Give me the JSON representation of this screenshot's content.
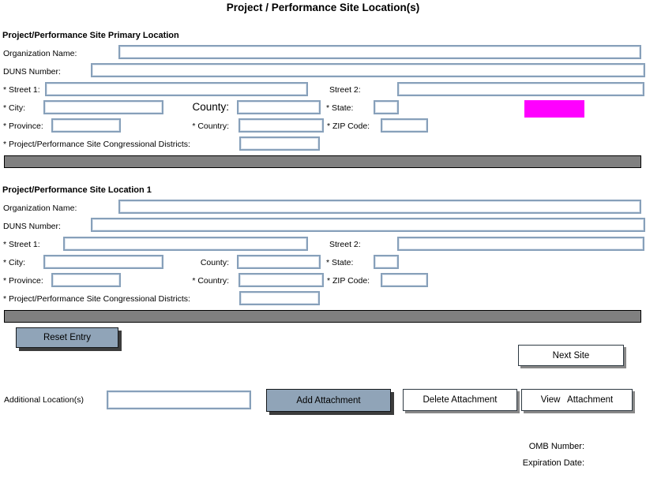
{
  "page_title": "Project / Performance Site Location(s)",
  "sections": [
    {
      "header": "Project/Performance Site Primary Location",
      "fields": {
        "organization_name": "Organization Name:",
        "duns_number": "DUNS Number:",
        "street1": "* Street 1:",
        "street2": "Street 2:",
        "city": "* City:",
        "county": "County:",
        "state": "* State:",
        "province": "* Province:",
        "country": "* Country:",
        "zip_code": "* ZIP Code:",
        "congressional_districts": "* Project/Performance Site Congressional Districts:"
      },
      "values": {
        "organization_name": "",
        "duns_number": "",
        "street1": "",
        "street2": "",
        "city": "",
        "county": "",
        "state": "",
        "province": "",
        "country": "",
        "zip_code": "",
        "congressional_districts": ""
      }
    },
    {
      "header": "Project/Performance Site Location 1",
      "fields": {
        "organization_name": "Organization Name:",
        "duns_number": "DUNS Number:",
        "street1": "* Street 1:",
        "street2": "Street 2:",
        "city": "* City:",
        "county": "County:",
        "state": "* State:",
        "province": "* Province:",
        "country": "* Country:",
        "zip_code": "* ZIP Code:",
        "congressional_districts": "* Project/Performance Site Congressional Districts:"
      },
      "values": {
        "organization_name": "",
        "duns_number": "",
        "street1": "",
        "street2": "",
        "city": "",
        "county": "",
        "state": "",
        "province": "",
        "country": "",
        "zip_code": "",
        "congressional_districts": ""
      }
    }
  ],
  "actions": {
    "reset_entry": "Reset Entry",
    "next_site": "Next Site",
    "add_attachment": "Add Attachment",
    "delete_attachment": "Delete Attachment",
    "view_attachment": "View Attachment"
  },
  "footer": {
    "additional_locations_label": "Additional Location(s)",
    "attachment_value": "",
    "omb_number_label": "OMB Number:",
    "expiration_date_label": "Expiration Date:"
  },
  "colors": {
    "highlight_box": "#ff00ff",
    "section_divider": "#808080",
    "primary_button": "#90a4b8"
  }
}
